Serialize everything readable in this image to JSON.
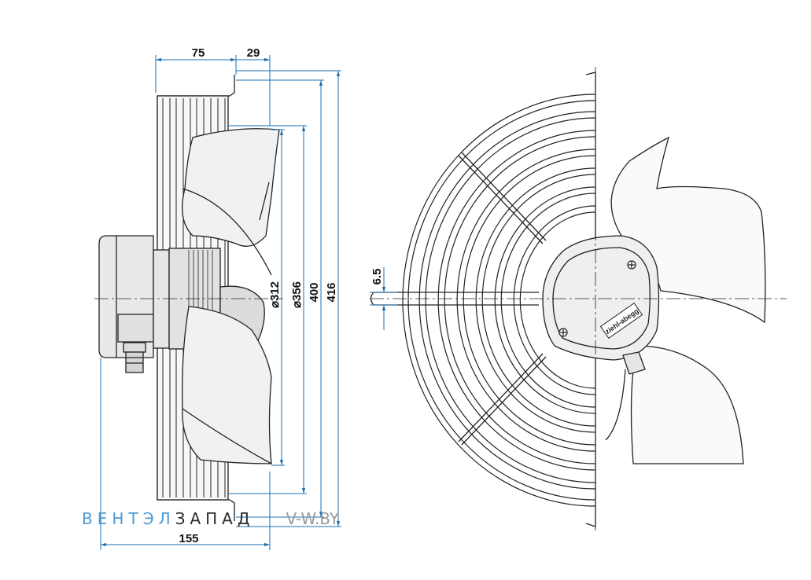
{
  "dimensions": {
    "d75": "75",
    "d29": "29",
    "d155": "155",
    "d312": "⌀312",
    "d356": "⌀356",
    "d400": "400",
    "d416": "416",
    "d65": "6.5"
  },
  "watermark": {
    "part1": "ВЕНТЭЛ",
    "part2": "ЗАПАД",
    "part3": "V-W.BY"
  },
  "logo_text": "ziehl-abegg",
  "colors": {
    "dimension_line": "#1b6fb0",
    "outline": "#222222",
    "fill_light": "#ececec",
    "watermark_blue": "#4a9ad4",
    "watermark_dark": "#2a2a2a",
    "watermark_grey": "#9a9a9a"
  }
}
